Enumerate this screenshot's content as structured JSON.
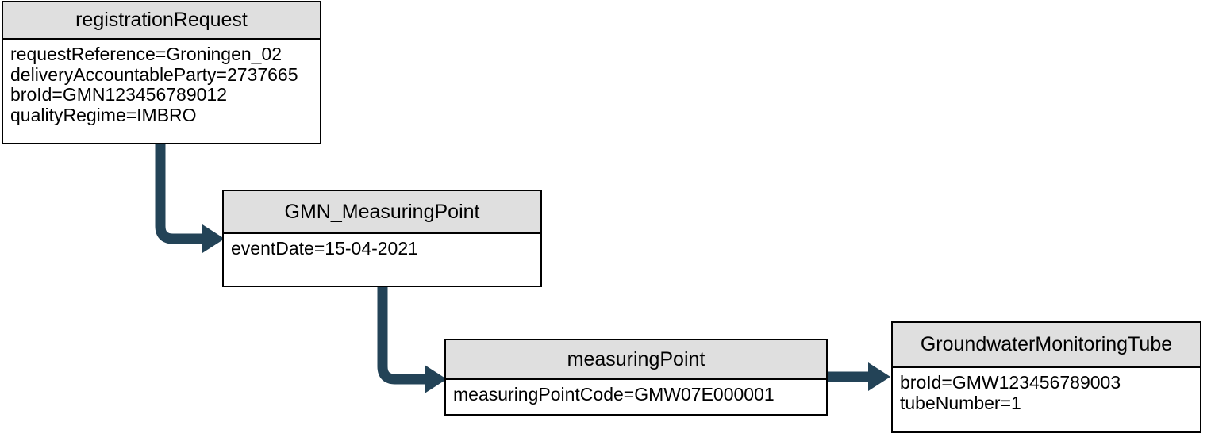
{
  "diagram": {
    "type": "uml-object-diagram",
    "title": "registrationRequest object diagram",
    "colors": {
      "node_header_fill": "#dfdfdf",
      "node_body_fill": "#ffffff",
      "node_border": "#000000",
      "connector": "#234357",
      "canvas": "#ffffff"
    }
  },
  "nodes": [
    {
      "id": "registrationRequest",
      "name": "registrationRequest",
      "attributes": [
        "requestReference=Groningen_02",
        "deliveryAccountableParty=2737665",
        "broId=GMN123456789012",
        "qualityRegime=IMBRO"
      ]
    },
    {
      "id": "gmnMeasuringPoint",
      "name": "GMN_MeasuringPoint",
      "attributes": [
        "eventDate=15-04-2021"
      ]
    },
    {
      "id": "measuringPoint",
      "name": "measuringPoint",
      "attributes": [
        "measuringPointCode=GMW07E000001"
      ]
    },
    {
      "id": "groundwaterTube",
      "name": "GroundwaterMonitoringTube",
      "attributes": [
        "broId=GMW123456789003",
        "tubeNumber=1"
      ]
    }
  ],
  "edges": [
    {
      "id": "edge-registrationRequest-to-gmnMeasuringPoint",
      "from": "registrationRequest",
      "to": "gmnMeasuringPoint",
      "style": "elbow-down-right",
      "arrowhead": "solid-triangle"
    },
    {
      "id": "edge-gmnMeasuringPoint-to-measuringPoint",
      "from": "gmnMeasuringPoint",
      "to": "measuringPoint",
      "style": "elbow-down-right",
      "arrowhead": "solid-triangle"
    },
    {
      "id": "edge-measuringPoint-to-groundwaterTube",
      "from": "measuringPoint",
      "to": "groundwaterTube",
      "style": "straight-horizontal",
      "arrowhead": "solid-triangle"
    }
  ]
}
